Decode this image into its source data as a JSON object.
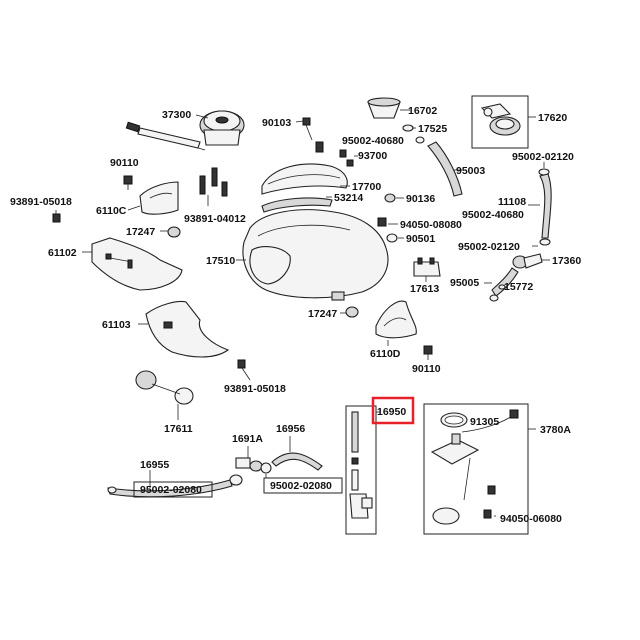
{
  "highlight_color": "#e8202a",
  "highlighted_part": "16950",
  "labels": {
    "l37300": "37300",
    "l90103": "90103",
    "l16702": "16702",
    "l17525": "17525",
    "l9500240680a": "95002-40680",
    "l93700": "93700",
    "l95003": "95003",
    "l17620": "17620",
    "l9500202120a": "95002-02120",
    "l90110a": "90110",
    "l9389105018a": "93891-05018",
    "l6110C": "6110C",
    "l9389104012": "93891-04012",
    "l17700": "17700",
    "l53214": "53214",
    "l90136": "90136",
    "l9405008080": "94050-08080",
    "l9500240680b": "95002-40680",
    "l11108": "11108",
    "l17247a": "17247",
    "l61102": "61102",
    "l17510": "17510",
    "l90501": "90501",
    "l9500202120b": "95002-02120",
    "l17360": "17360",
    "l17613": "17613",
    "l95005": "95005",
    "l15772": "15772",
    "l61103": "61103",
    "l17247b": "17247",
    "l6110D": "6110D",
    "l90110b": "90110",
    "l9389105018b": "93891-05018",
    "l17611": "17611",
    "l16950": "16950",
    "l91305": "91305",
    "l3780A": "3780A",
    "l1691A": "1691A",
    "l16956": "16956",
    "l16955": "16955",
    "l9500202080a": "95002-02080",
    "l9500202080b": "95002-02080",
    "l9405006080": "94050-06080"
  }
}
